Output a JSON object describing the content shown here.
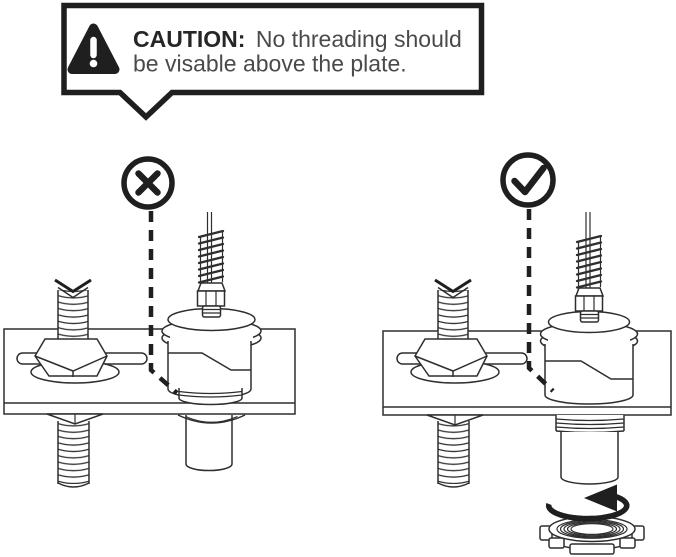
{
  "colors": {
    "background": "#ffffff",
    "ink": "#2e2e2e",
    "emphasis_ink": "#1f1f1f",
    "caution_label_color": "#262626",
    "caution_text_color": "#4a4a4a"
  },
  "caution": {
    "icon": "warning-triangle-icon",
    "label": "CAUTION:",
    "line1": "No threading should",
    "line2": "be visable above the plate."
  },
  "figure_incorrect": {
    "marker_icon": "x-icon",
    "marker_glyph": "✕"
  },
  "figure_correct": {
    "marker_icon": "check-icon",
    "marker_glyph": "✓",
    "rotation_icon": "curved-arrow-counterclockwise",
    "rotation_glyph": "↺"
  }
}
